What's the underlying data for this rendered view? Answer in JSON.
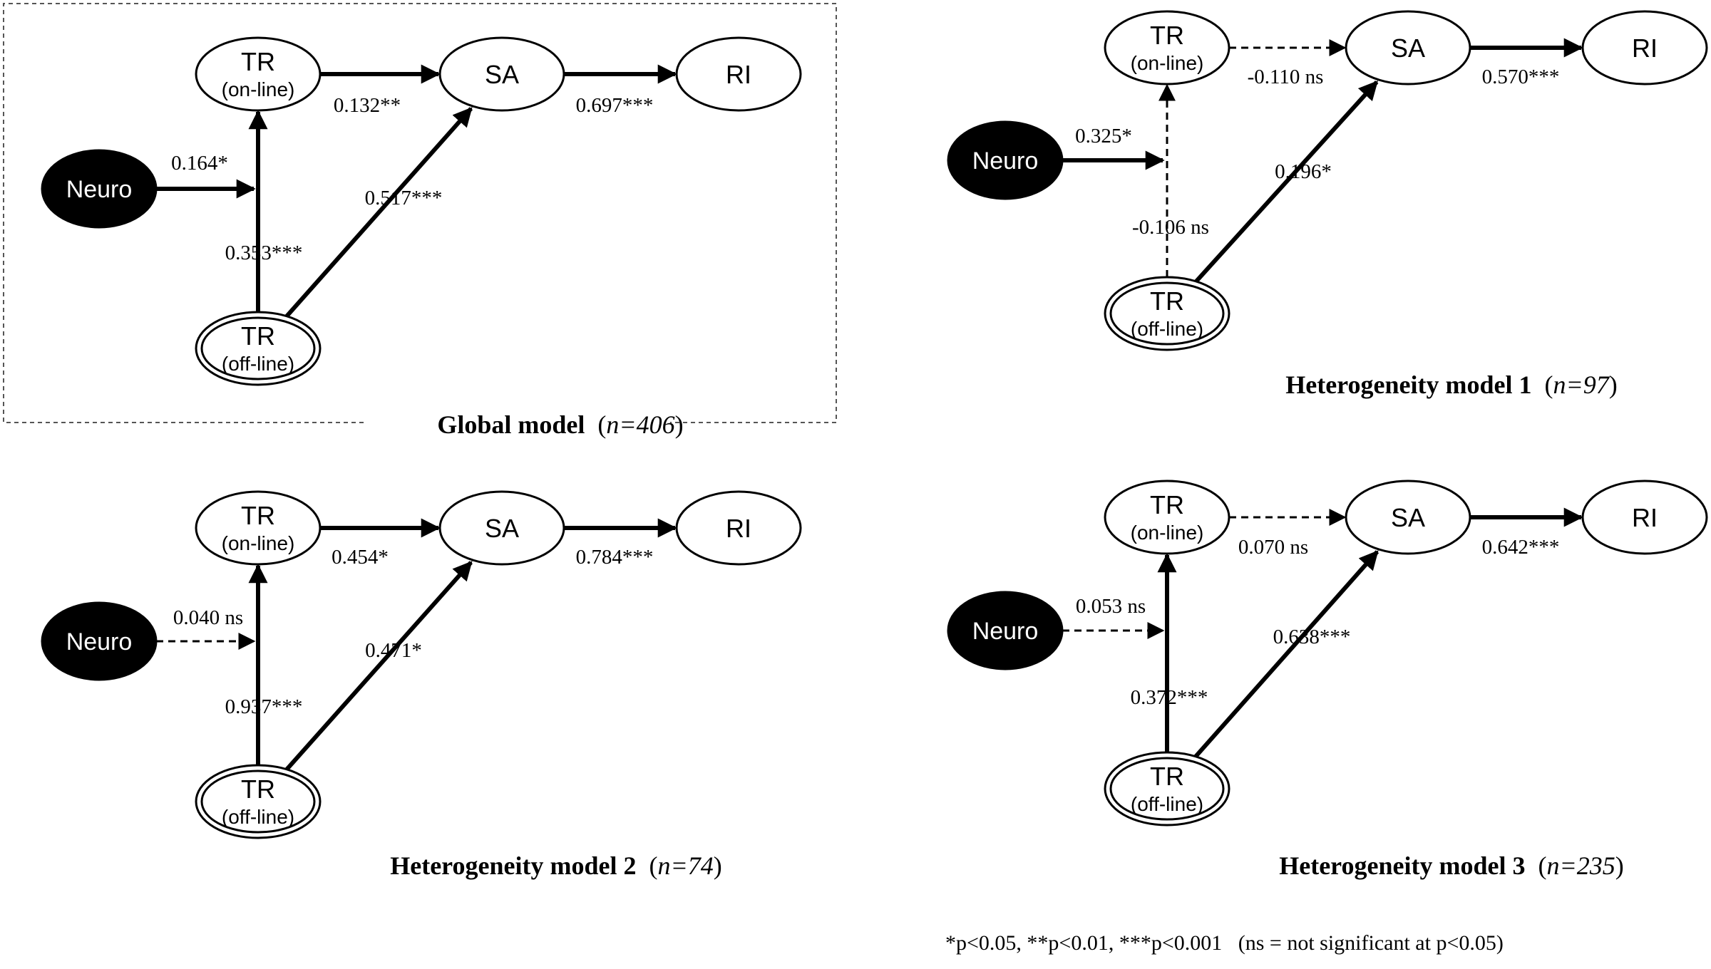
{
  "nodes": {
    "tr": "TR",
    "online": "(on-line)",
    "offline": "(off-line)",
    "sa": "SA",
    "ri": "RI",
    "neuro": "Neuro"
  },
  "models": [
    {
      "id": "global",
      "caption": "Global model",
      "n": "n=406",
      "boxed": true,
      "coefs": {
        "neuro_to_tr": {
          "label": "0.164*",
          "significant": true
        },
        "online_to_sa": {
          "label": "0.132**",
          "significant": true
        },
        "sa_to_ri": {
          "label": "0.697***",
          "significant": true
        },
        "offline_to_sa": {
          "label": "0.517***",
          "significant": true
        },
        "offline_to_online": {
          "label": "0.353***",
          "significant": true
        }
      }
    },
    {
      "id": "het1",
      "caption": "Heterogeneity model 1",
      "n": "n=97",
      "boxed": false,
      "coefs": {
        "neuro_to_tr": {
          "label": "0.325*",
          "significant": true
        },
        "online_to_sa": {
          "label": "-0.110 ns",
          "significant": false
        },
        "sa_to_ri": {
          "label": "0.570***",
          "significant": true
        },
        "offline_to_sa": {
          "label": "0.196*",
          "significant": true
        },
        "offline_to_online": {
          "label": "-0.106 ns",
          "significant": false
        }
      }
    },
    {
      "id": "het2",
      "caption": "Heterogeneity model 2",
      "n": "n=74",
      "boxed": false,
      "coefs": {
        "neuro_to_tr": {
          "label": "0.040 ns",
          "significant": false
        },
        "online_to_sa": {
          "label": "0.454*",
          "significant": true
        },
        "sa_to_ri": {
          "label": "0.784***",
          "significant": true
        },
        "offline_to_sa": {
          "label": "0.471*",
          "significant": true
        },
        "offline_to_online": {
          "label": "0.937***",
          "significant": true
        }
      }
    },
    {
      "id": "het3",
      "caption": "Heterogeneity model 3",
      "n": "n=235",
      "boxed": false,
      "coefs": {
        "neuro_to_tr": {
          "label": "0.053 ns",
          "significant": false
        },
        "online_to_sa": {
          "label": "0.070 ns",
          "significant": false
        },
        "sa_to_ri": {
          "label": "0.642***",
          "significant": true
        },
        "offline_to_sa": {
          "label": "0.638***",
          "significant": true
        },
        "offline_to_online": {
          "label": "0.372***",
          "significant": true
        }
      }
    }
  ],
  "footnote": "*p<0.05, **p<0.01, ***p<0.001   (ns = not significant at p<0.05)"
}
